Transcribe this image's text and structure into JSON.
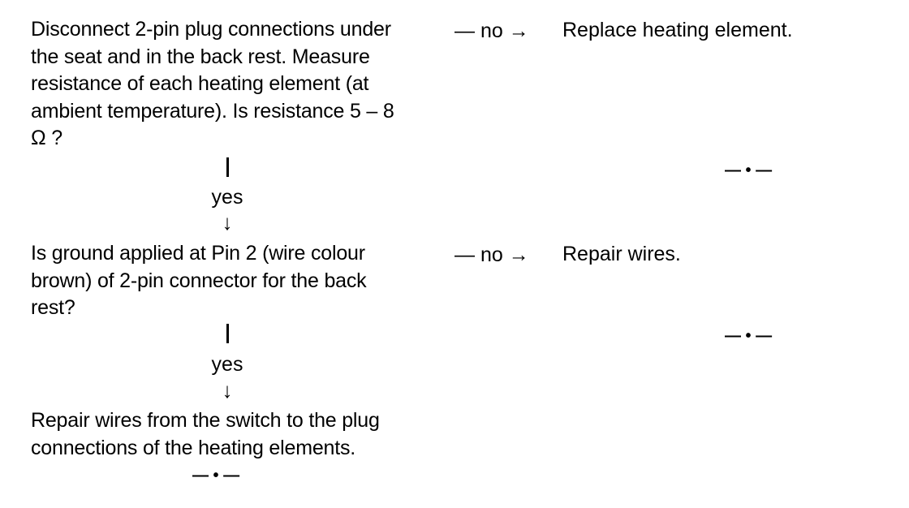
{
  "steps": [
    {
      "question": "Disconnect 2-pin plug connections under\nthe seat and in the back rest. Measure\nresistance of each heating element (at\nambient temperature). Is resistance 5 – 8\nΩ ?",
      "no_label": "— no →",
      "no_result": "Replace heating element.",
      "no_end": "— • —",
      "yes_label": "yes",
      "down_arrow": "↓"
    },
    {
      "question": "Is ground applied at Pin 2 (wire colour\nbrown) of 2-pin connector for the back\nrest?",
      "no_label": "— no →",
      "no_result": "Repair wires.",
      "no_end": "— • —",
      "yes_label": "yes",
      "down_arrow": "↓"
    }
  ],
  "final": {
    "text": "Repair wires from the switch to the plug\nconnections of the heating elements.",
    "end": "— • —"
  }
}
